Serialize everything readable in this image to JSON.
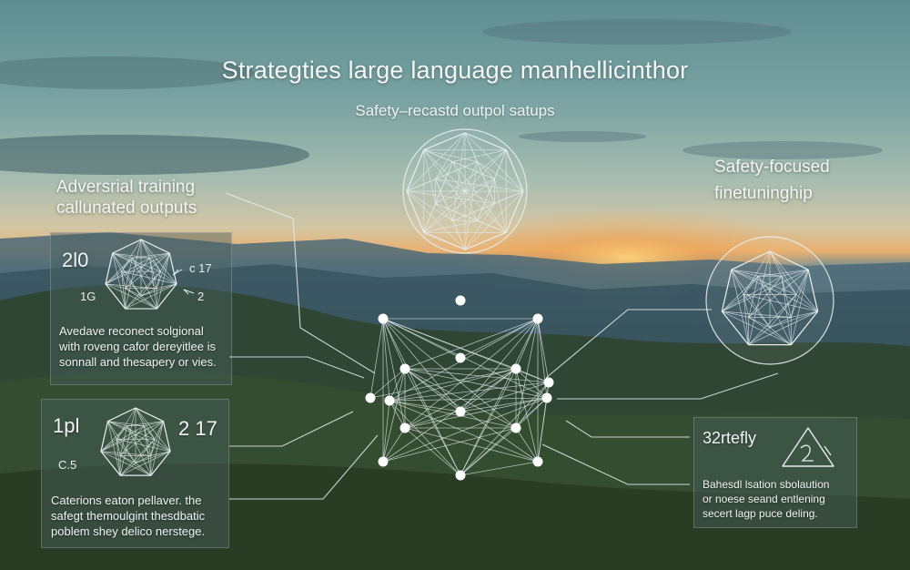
{
  "title": "Strategties large language manhellicinthor",
  "subtitle": "Safety–recastd outpol satups",
  "colors": {
    "accent": "#f1b25e",
    "line": "#e6eeee",
    "panel": "#4f6b6b"
  },
  "left_top": {
    "heading_line1": "Adversrial training",
    "heading_line2": "callunated outputs",
    "num_tl": "2l0",
    "num_tr": "c 17",
    "num_bl": "1G",
    "num_br": "2",
    "text_line1": "Avedave reconect solgional",
    "text_line2": "with roveng cafor dereyitlee is",
    "text_line3": "sonnall and thesapery or vies."
  },
  "left_bottom": {
    "num_tl": "1pl",
    "num_tr": "2 17",
    "num_bl": "C.5",
    "text_line1": "Caterions eaton pellaver. the",
    "text_line2": "safegt themoulgint thesdbatic",
    "text_line3": "poblem shey delico nerstege."
  },
  "right_top": {
    "heading_line1": "Safety-focused",
    "heading_line2": "finetuninghip"
  },
  "right_bottom": {
    "heading": "32rtefly",
    "text_line1": "Bahesdl lsation sbolaution",
    "text_line2": "or noese seand entlening",
    "text_line3": "secert lagp puce deling."
  },
  "icons": {
    "network": "neural-network-icon",
    "polyhedron": "polyhedron-icon",
    "warning": "warning-triangle-icon"
  }
}
